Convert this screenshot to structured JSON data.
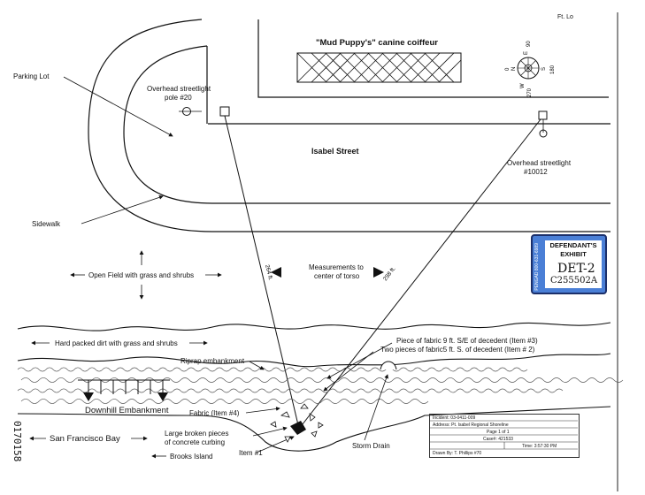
{
  "page_mark": "Ft. Lo",
  "business": {
    "name": "\"Mud Puppy's\" canine coiffeur"
  },
  "street": {
    "name": "Isabel Street"
  },
  "labels": {
    "parking_lot": "Parking Lot",
    "light_20_line1": "Overhead streetlight",
    "light_20_line2": "pole #20",
    "light_10012_line1": "Overhead streetlight",
    "light_10012_line2": "#10012",
    "sidewalk": "Sidewalk",
    "open_field": "Open Field with grass and shrubs",
    "measure_line1": "Measurements to",
    "measure_line2": "center of torso",
    "dist_left": "264 ft.",
    "dist_right": "298 ft.",
    "hard_dirt": "Hard packed dirt with grass and shrubs",
    "riprap": "Riprap embankment",
    "item3": "Piece of fabric 9 ft. S/E of decedent (Item #3)",
    "item2": "Two pieces of fabric5 ft. S. of decedent (Item # 2)",
    "downhill": "Downhill Embankment",
    "fabric_item4": "Fabric (Item #4)",
    "broken_line1": "Large broken pieces",
    "broken_line2": "of concrete curbing",
    "sf_bay": "San Francisco Bay",
    "brooks": "Brooks Island",
    "item1": "Item #1",
    "storm_drain": "Storm Drain",
    "bates": "0170158"
  },
  "compass": {
    "n": "N",
    "e": "E",
    "e_deg": "90",
    "s": "S",
    "s_deg": "180",
    "w": "W",
    "w_deg": "270",
    "zero": "0"
  },
  "stamp": {
    "line1": "DEFENDANT'S",
    "line2": "EXHIBIT",
    "hand1": "DET-2",
    "hand2": "C255502A",
    "side": "PENGAD 800-631-6989"
  },
  "title_block": {
    "incident": "Incident: 03-0411-009",
    "address": "Address: Pt. Isabel Regional Shoreline",
    "page": "Page 1 of 1",
    "case": "Case#: 421533",
    "time": "Time: 3:57:30 PM",
    "drawn": "Drawn By: T. Phillips #70"
  },
  "colors": {
    "stamp_blue": "#4a7fd6",
    "ink": "#111111"
  }
}
